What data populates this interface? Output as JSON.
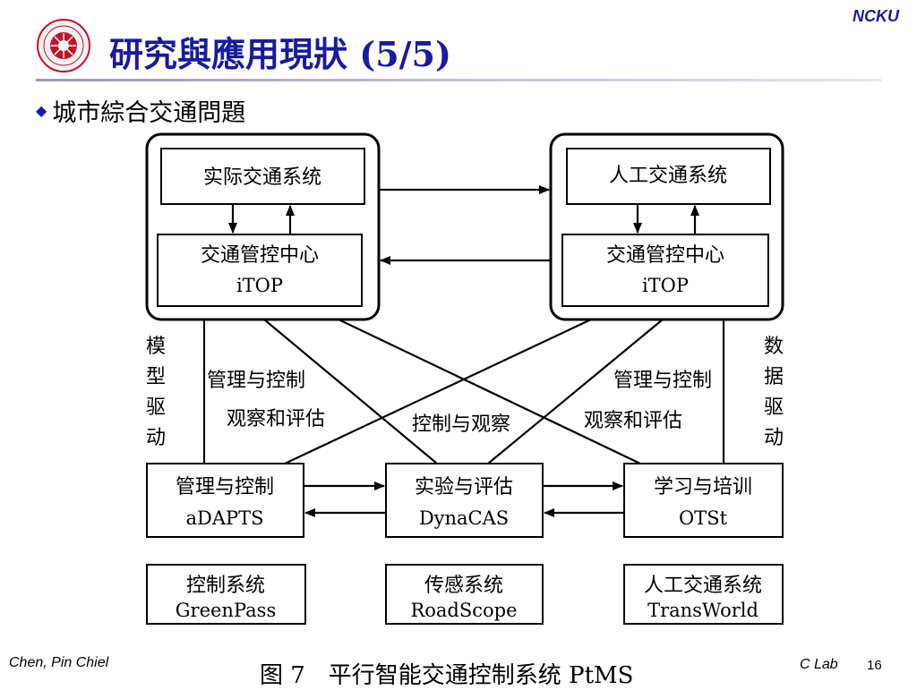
{
  "header": {
    "title": "研究與應用現狀 (5/5)",
    "brand": "NCKU",
    "logo_icon": "university-seal-icon"
  },
  "bullet": {
    "glyph": "◆",
    "text": "城市綜合交通問題"
  },
  "diagram": {
    "real_system": {
      "title": "实际交通系统",
      "center_label": "交通管控中心",
      "center_sub": "iTOP"
    },
    "artificial_system": {
      "title": "人工交通系统",
      "center_label": "交通管控中心",
      "center_sub": "iTOP"
    },
    "side_left": [
      "模",
      "型",
      "驱",
      "动"
    ],
    "side_right": [
      "数",
      "据",
      "驱",
      "动"
    ],
    "edge_labels": {
      "left_mgmt": "管理与控制",
      "left_obs": "观察和评估",
      "center": "控制与观察",
      "right_mgmt": "管理与控制",
      "right_obs": "观察和评估"
    },
    "middle_row": [
      {
        "label": "管理与控制",
        "sub": "aDAPTS"
      },
      {
        "label": "实验与评估",
        "sub": "DynaCAS"
      },
      {
        "label": "学习与培训",
        "sub": "OTSt"
      }
    ],
    "bottom_row": [
      {
        "label": "控制系统",
        "sub": "GreenPass"
      },
      {
        "label": "传感系统",
        "sub": "RoadScope"
      },
      {
        "label": "人工交通系统",
        "sub": "TransWorld"
      }
    ],
    "caption": "图 7　平行智能交通控制系统 PtMS"
  },
  "footer": {
    "left": "Chen, Pin Chiel",
    "right": "C Lab",
    "page": "16"
  },
  "colors": {
    "accent": "#1a1aa0",
    "logo": "#c8102e"
  }
}
